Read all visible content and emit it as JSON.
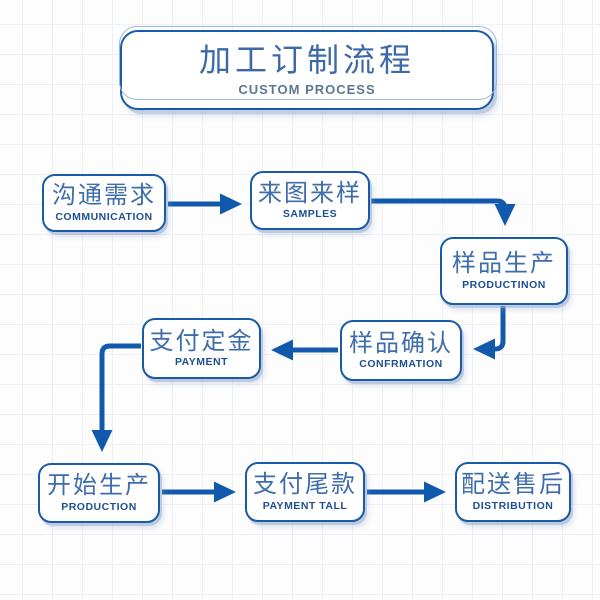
{
  "title": {
    "zh": "加工订制流程",
    "en": "CUSTOM PROCESS"
  },
  "nodes": [
    {
      "id": "communication",
      "zh": "沟通需求",
      "en": "COMMUNICATION"
    },
    {
      "id": "samples",
      "zh": "来图来样",
      "en": "SAMPLES"
    },
    {
      "id": "sample-production",
      "zh": "样品生产",
      "en": "PRODUCTINON"
    },
    {
      "id": "sample-confirmation",
      "zh": "样品确认",
      "en": "CONFRMATION"
    },
    {
      "id": "deposit-payment",
      "zh": "支付定金",
      "en": "PAYMENT"
    },
    {
      "id": "start-production",
      "zh": "开始生产",
      "en": "PRODUCTION"
    },
    {
      "id": "final-payment",
      "zh": "支付尾款",
      "en": "PAYMENT TALL"
    },
    {
      "id": "distribution",
      "zh": "配送售后",
      "en": "DISTRIBUTION"
    }
  ],
  "edges": [
    {
      "from": "communication",
      "to": "samples"
    },
    {
      "from": "samples",
      "to": "sample-production"
    },
    {
      "from": "sample-production",
      "to": "sample-confirmation"
    },
    {
      "from": "sample-confirmation",
      "to": "deposit-payment"
    },
    {
      "from": "deposit-payment",
      "to": "start-production"
    },
    {
      "from": "start-production",
      "to": "final-payment"
    },
    {
      "from": "final-payment",
      "to": "distribution"
    }
  ],
  "colors": {
    "arrow": "#1159ac",
    "box_border": "#1a5ba8",
    "text_zh": "#3e6dab",
    "text_en": "#1d4f93",
    "title_zh": "#3b6aa6",
    "title_en": "#5c7796",
    "grid_line": "#edf0f5",
    "background": "#fdfdfe"
  }
}
